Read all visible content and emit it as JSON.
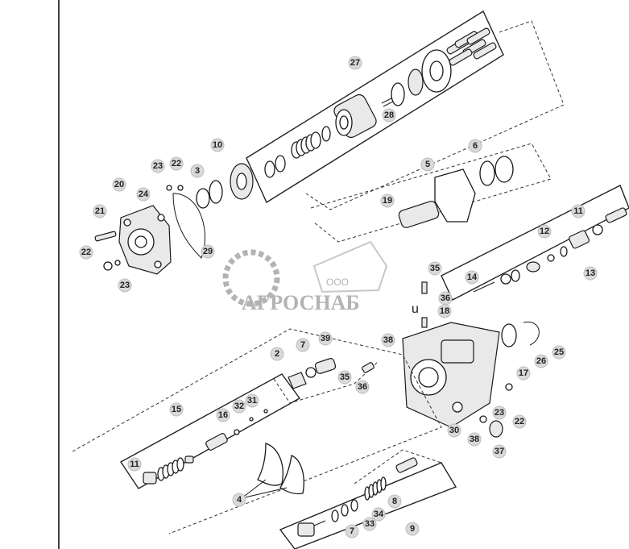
{
  "watermark": {
    "prefix": "ООО",
    "name": "АГРОСНАБ"
  },
  "callouts": [
    "2",
    "3",
    "4",
    "5",
    "6",
    "7",
    "7",
    "8",
    "9",
    "10",
    "11",
    "11",
    "12",
    "13",
    "14",
    "15",
    "16",
    "17",
    "18",
    "19",
    "20",
    "21",
    "22",
    "22",
    "22",
    "23",
    "23",
    "23",
    "24",
    "25",
    "26",
    "27",
    "28",
    "29",
    "30",
    "31",
    "32",
    "33",
    "34",
    "35",
    "35",
    "36",
    "36",
    "37",
    "38",
    "38",
    "39"
  ],
  "stray_glyph": "u",
  "colors": {
    "callout_fill": "#d9d9d9",
    "line": "#1a1a1a",
    "watermark": "#9a9a9a"
  }
}
